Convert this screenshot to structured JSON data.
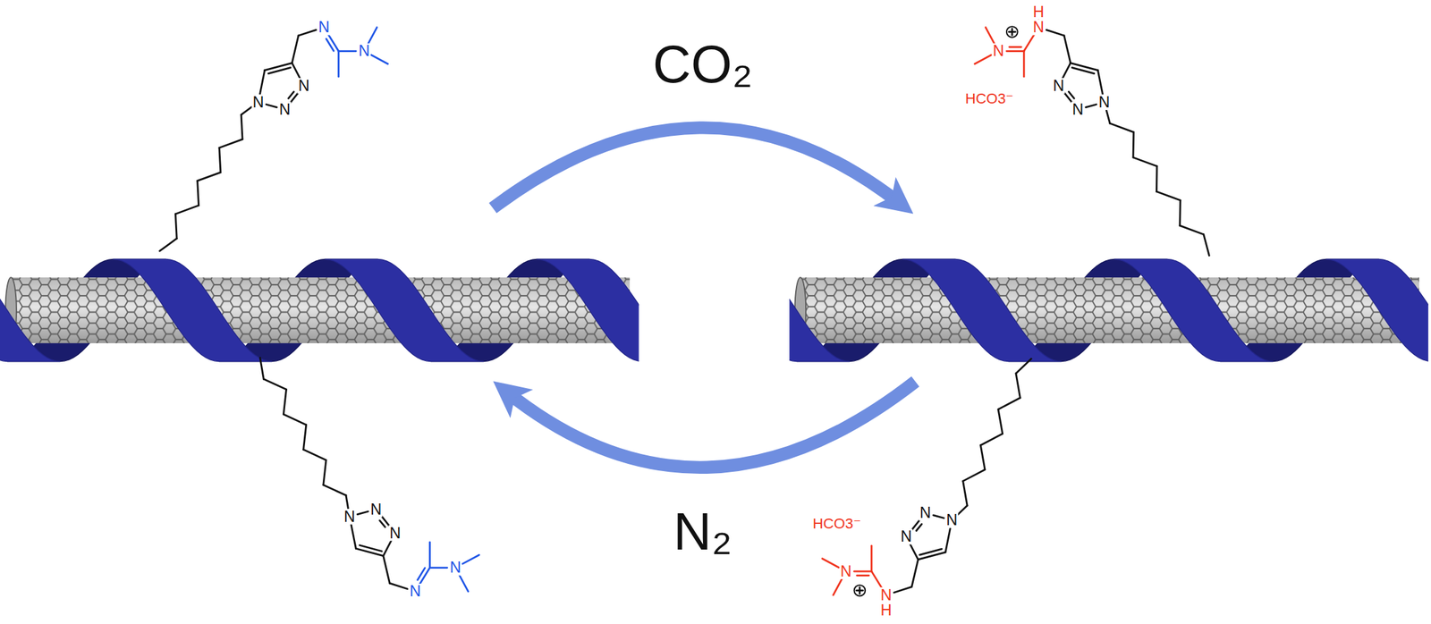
{
  "diagram": {
    "labels": [
      "CO₂",
      "N",
      "N",
      "N",
      "N",
      "N",
      "H",
      "N",
      "N",
      "HCO3⁻",
      "N",
      "N",
      "N",
      "N₂",
      "N",
      "N",
      "N",
      "N",
      "N",
      "HCO3⁻",
      "N",
      "N",
      "N",
      "N",
      "N",
      "H"
    ]
  }
}
